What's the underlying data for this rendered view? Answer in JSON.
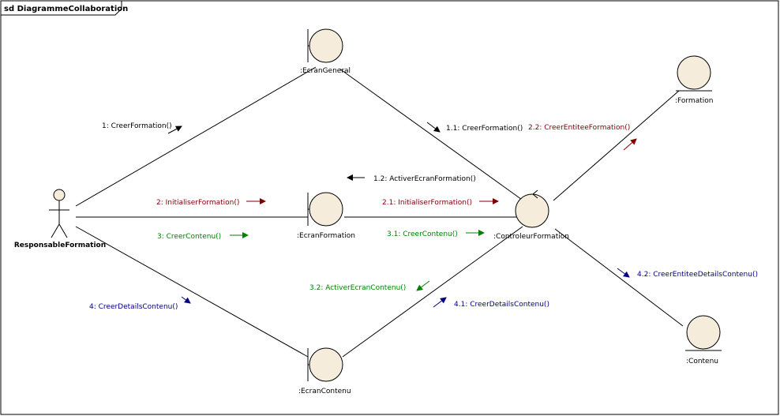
{
  "frame": {
    "title": "sd DiagrammeCollaboration"
  },
  "actor": {
    "name": "ResponsableFormation"
  },
  "objects": {
    "ecran_general": ":EcranGeneral",
    "ecran_formation": ":EcranFormation",
    "ecran_contenu": ":EcranContenu",
    "controleur": ":ControleurFormation",
    "formation": ":Formation",
    "contenu": ":Contenu"
  },
  "messages": {
    "m1": "1: CreerFormation()",
    "m1_1": "1.1: CreerFormation()",
    "m1_2": "1.2: ActiverEcranFormation()",
    "m2": "2: InitialiserFormation()",
    "m2_1": "2.1: InitialiserFormation()",
    "m2_2": "2.2: CreerEntiteeFormation()",
    "m3": "3: CreerContenu()",
    "m3_1": "3.1: CreerContenu()",
    "m3_2": "3.2: ActiverEcranContenu()",
    "m4": "4: CreerDetailsContenu()",
    "m4_1": "4.1: CreerDetailsContenu()",
    "m4_2": "4.2: CreerEntiteeDetailsContenu()"
  },
  "colors": {
    "black": "#000000",
    "dark_red": "#7f0000",
    "green": "#008000",
    "navy": "#000080",
    "object_fill": "#f5ecdc"
  }
}
